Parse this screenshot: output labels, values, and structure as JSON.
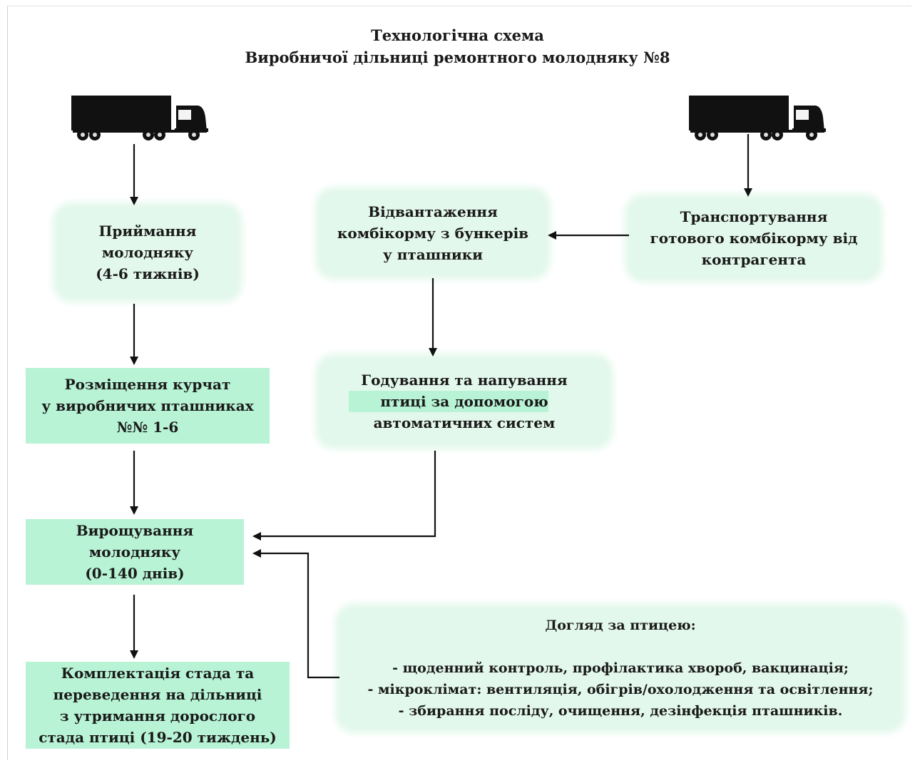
{
  "title": {
    "line1": "Технологічна схема",
    "line2": "Виробничої дільниці ремонтного молодняку №8"
  },
  "icons": {
    "left_truck": "truck-icon",
    "right_truck": "truck-icon"
  },
  "boxes": {
    "receiving": [
      "Приймання",
      "молодняку",
      "(4-6 тижнів)"
    ],
    "placement": [
      "Розміщення курчат",
      "у виробничих пташниках",
      "№№ 1-6"
    ],
    "growing": [
      "Вирощування",
      "молодняку",
      "(0-140 днів)"
    ],
    "completion": [
      "Комплектація стада та",
      "переведення на дільниці",
      "з утримання дорослого",
      "стада птиці (19-20 тиждень)"
    ],
    "unloading": [
      "Відвантаження",
      "комбікорму з бункерів",
      "у пташники"
    ],
    "transport": [
      "Транспортування",
      "готового комбікорму від",
      "контрагента"
    ],
    "feeding": [
      "Годування та напування",
      "птиці за допомогою",
      "автоматичних систем"
    ],
    "care": {
      "title": "Догляд за птицею:",
      "items": [
        "- щоденний контроль, профілактика хвороб, вакцинація;",
        "- мікроклімат: вентиляція, обігрів/охолодження та освітлення;",
        "- збирання посліду, очищення, дезінфекція пташників."
      ]
    }
  },
  "colors": {
    "box_solid": "#b7f3d4",
    "box_soft": "#e3f8ec",
    "arrow": "#111111"
  }
}
